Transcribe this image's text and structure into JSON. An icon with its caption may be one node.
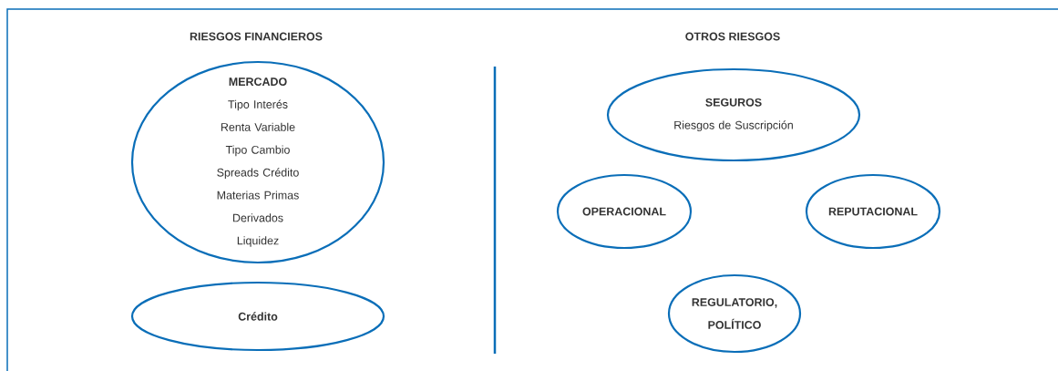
{
  "diagram": {
    "nodes": [
      {
        "text": [
          "MERCADO",
          "Tipo Interés",
          "Renta Variable",
          "Tipo Cambio",
          "Spreads Crédito",
          "Materias Primas",
          "Derivados",
          "Liquidez"
        ]
      },
      {
        "text": [
          "Crédito"
        ]
      },
      {
        "text": [
          "SEGUROS",
          "Riesgos de Suscripción"
        ]
      },
      {
        "text": [
          "OPERACIONAL"
        ]
      },
      {
        "text": [
          "REPUTACIONAL"
        ]
      },
      {
        "text": [
          "REGULATORIO, POLÍTICO"
        ]
      }
    ],
    "labels": [
      "RIESGOS FINANCIEROS",
      "OTROS RIESGOS"
    ]
  }
}
